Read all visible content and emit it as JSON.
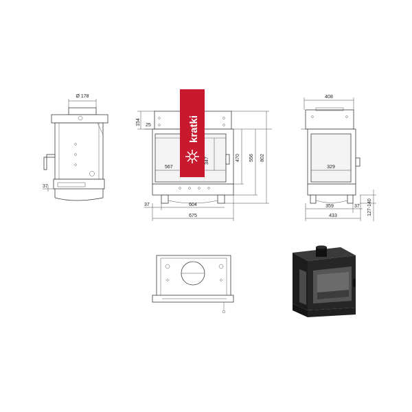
{
  "brand": {
    "name": "kratki",
    "color": "#c8192e"
  },
  "side_view": {
    "flue_label": "Ø 178",
    "offset_label": "37"
  },
  "front_view": {
    "top_label": "154",
    "gap_label": "25",
    "glass_width_label": "567",
    "glass_height_label": "347",
    "door_height_label": "470",
    "body_height_label": "556",
    "total_height_label": "802",
    "side_offset_label": "37",
    "base_width_label": "604",
    "total_width_label": "675"
  },
  "right_view": {
    "top_width_label": "408",
    "glass_width_label": "329",
    "base_width_label": "359",
    "side_offset_label": "37",
    "total_depth_label": "433",
    "leg_height_label": "127-140"
  },
  "colors": {
    "line": "#3a3a3a",
    "dim": "#444444",
    "stove_dark": "#1c1c1c",
    "stove_mid": "#2e2e2e"
  }
}
